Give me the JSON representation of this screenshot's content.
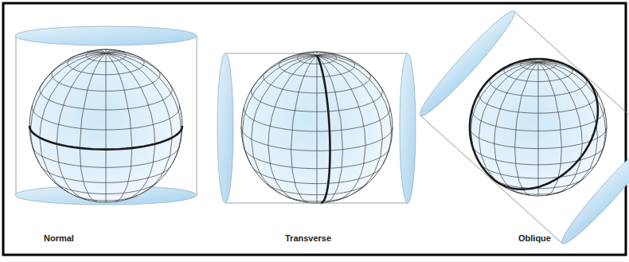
{
  "diagram": {
    "labels": [
      "Normal",
      "Transverse",
      "Oblique"
    ]
  }
}
